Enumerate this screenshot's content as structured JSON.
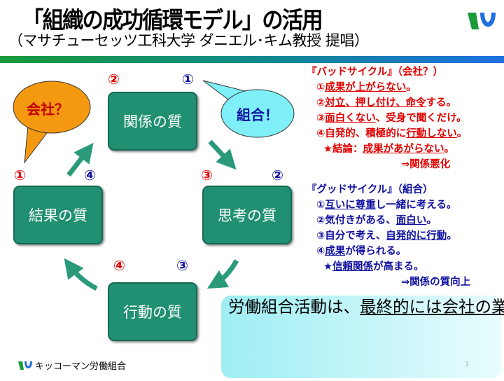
{
  "title": "「組織の成功循環モデル」の活用",
  "subtitle": "（マサチューセッツ工科大学 ダニエル･キム教授 提唱）",
  "boxes": {
    "relation": "関係の質",
    "thinking": "思考の質",
    "result": "結果の質",
    "action": "行動の質"
  },
  "bubbles": {
    "company": "会社？",
    "union": "組合！"
  },
  "numbers": {
    "red": [
      "①",
      "②",
      "③",
      "④"
    ],
    "blue": [
      "①",
      "②",
      "③",
      "④"
    ]
  },
  "bad_cycle": {
    "heading": "『バッドサイクル』（会社？）",
    "lines": [
      [
        {
          "t": "①"
        },
        {
          "t": "成果が上がらない",
          "u": true
        },
        {
          "t": "。"
        }
      ],
      [
        {
          "t": "②"
        },
        {
          "t": "対立、押し付け、命令",
          "u": true
        },
        {
          "t": "する。"
        }
      ],
      [
        {
          "t": "③"
        },
        {
          "t": "面白くない",
          "u": true
        },
        {
          "t": "、受身で聞くだけ。"
        }
      ],
      [
        {
          "t": "④自発的、積極的に"
        },
        {
          "t": "行動しない",
          "u": true
        },
        {
          "t": "。"
        }
      ],
      [
        {
          "t": "★結論："
        },
        {
          "t": "成果があがらない",
          "u": true
        },
        {
          "t": "。"
        }
      ]
    ],
    "conclusion": "⇒関係悪化"
  },
  "good_cycle": {
    "heading": "『グッドサイクル』（組合）",
    "lines": [
      [
        {
          "t": "①"
        },
        {
          "t": "互いに尊重",
          "u": true
        },
        {
          "t": "し一緒に考える。"
        }
      ],
      [
        {
          "t": "②気付きがある、"
        },
        {
          "t": "面白い",
          "u": true
        },
        {
          "t": "。"
        }
      ],
      [
        {
          "t": "③自分で考え、"
        },
        {
          "t": "自発的に行動",
          "u": true
        },
        {
          "t": "。"
        }
      ],
      [
        {
          "t": "④"
        },
        {
          "t": "成果",
          "u": true
        },
        {
          "t": "が得られる。"
        }
      ],
      [
        {
          "t": "★"
        },
        {
          "t": "信頼関係",
          "u": true
        },
        {
          "t": "が高まる。"
        }
      ]
    ],
    "conclusion": "⇒関係の質向上"
  },
  "message": [
    [
      {
        "t": "労働組合活動は、"
      },
      {
        "t": "最終的には会社",
        "u": true
      }
    ],
    [
      {
        "t": "の業績向上へと結びつき、そして",
        "u": true
      }
    ],
    [
      {
        "t": "またより良い関係へとつながって",
        "u": true
      }
    ],
    [
      {
        "t": "いくサイクルづくり",
        "u": true
      },
      {
        "t": "。"
      }
    ]
  ],
  "footer": "キッコーマン労働組合",
  "page_number": "1",
  "colors": {
    "box": "#208f72",
    "arrow": "#2a9a7a",
    "bad": "#e00000",
    "good": "#1010a0",
    "orange_bubble": "#f59a10",
    "cyan_bubble": "#7ff0f8"
  }
}
